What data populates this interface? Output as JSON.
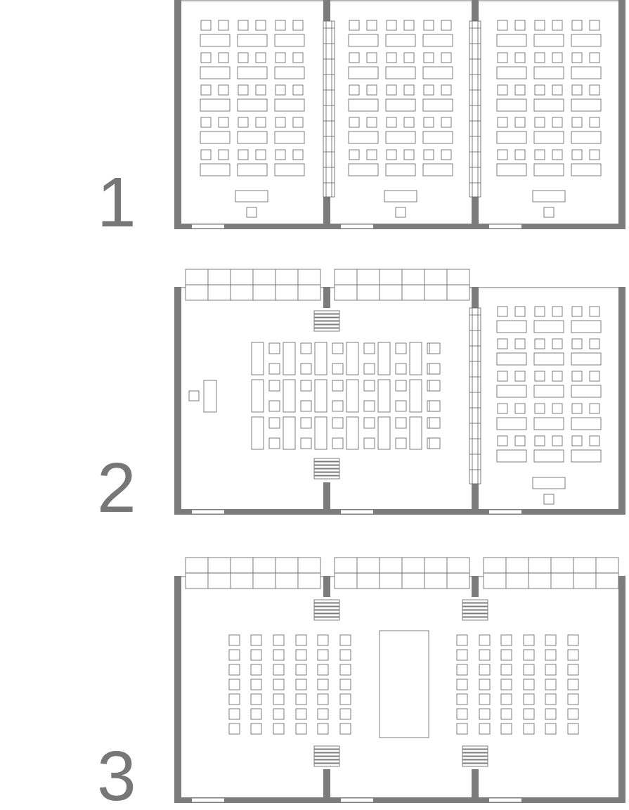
{
  "plans": [
    {
      "label": "1",
      "configuration": "three-classrooms"
    },
    {
      "label": "2",
      "configuration": "combined-room-plus-classroom"
    },
    {
      "label": "3",
      "configuration": "fully-open-hall"
    }
  ],
  "colors": {
    "wall": "#7c7c7c",
    "furniture_stroke": "#6f6f6f",
    "label": "#777777",
    "background": "#ffffff"
  }
}
